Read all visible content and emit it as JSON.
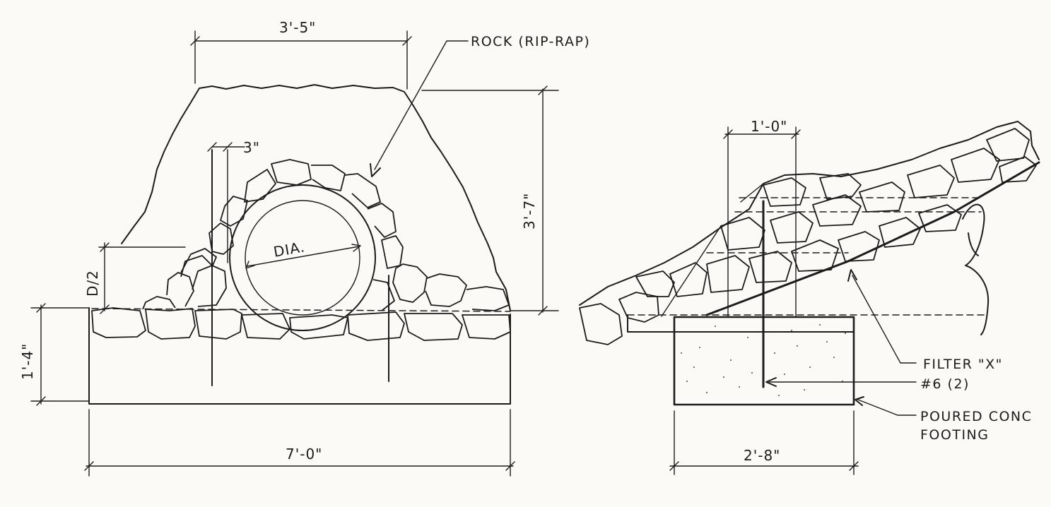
{
  "front_view": {
    "dim_top_width": "3'-5\"",
    "dim_rock_height": "3'-7\"",
    "dim_bar_offset": "3\"",
    "dim_half_dia": "D/2",
    "dim_footing_height": "1'-4\"",
    "dim_footing_width": "7'-0\"",
    "pipe_label": "DIA.",
    "rock_label": "ROCK (RIP-RAP)"
  },
  "side_view": {
    "dim_bar_offset": "1'-0\"",
    "dim_footing_width": "2'-8\"",
    "filter_label": "FILTER \"X\"",
    "rebar_label": "#6 (2)",
    "footing_label_line1": "POURED CONC",
    "footing_label_line2": "FOOTING"
  },
  "colors": {
    "ink": "#1c1c1c",
    "paper": "#fbfaf6"
  }
}
